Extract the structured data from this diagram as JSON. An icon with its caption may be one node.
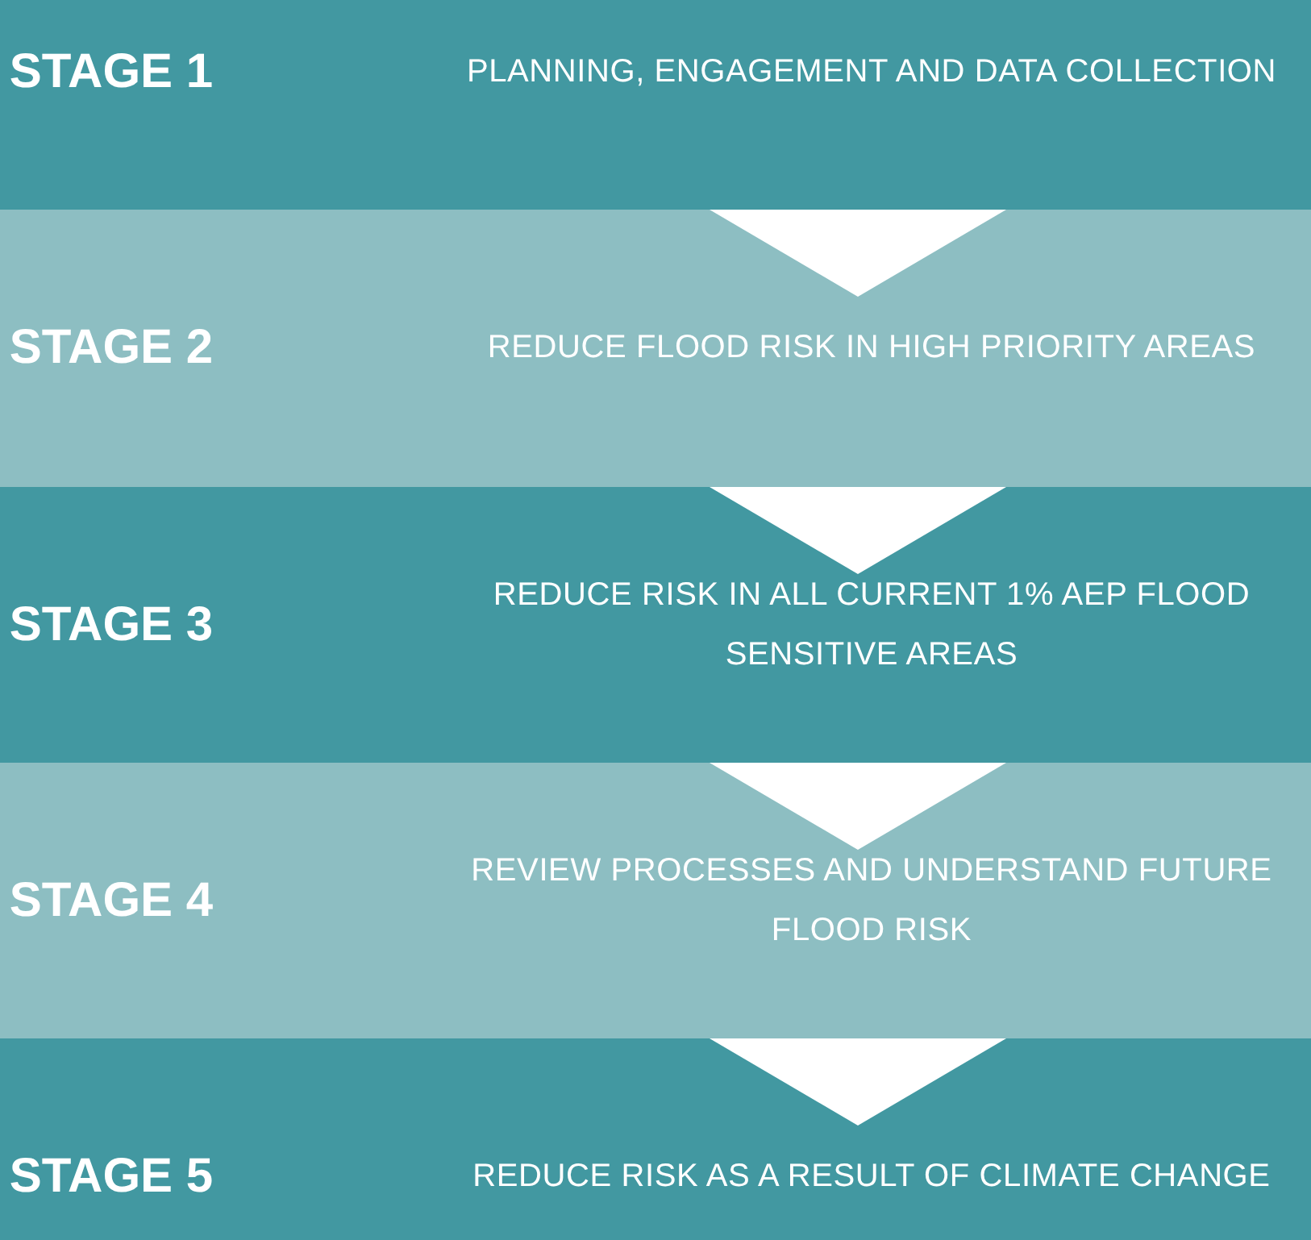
{
  "diagram": {
    "nodes": [
      {
        "text": [
          "STAGE 1",
          "PLANNING, ENGAGEMENT AND DATA COLLECTION"
        ]
      },
      {
        "text": [
          "STAGE 2",
          "REDUCE FLOOD RISK IN HIGH PRIORITY AREAS"
        ]
      },
      {
        "text": [
          "STAGE 3",
          "REDUCE RISK IN ALL CURRENT 1% AEP FLOOD SENSITIVE AREAS"
        ]
      },
      {
        "text": [
          "STAGE 4",
          "REVIEW PROCESSES AND UNDERSTAND FUTURE FLOOD RISK"
        ]
      },
      {
        "text": [
          "STAGE 5",
          "REDUCE RISK AS A RESULT OF CLIMATE CHANGE"
        ]
      }
    ],
    "edges": [
      {
        "from": 0,
        "to": 1,
        "arrow": "to"
      },
      {
        "from": 1,
        "to": 2,
        "arrow": "to"
      },
      {
        "from": 2,
        "to": 3,
        "arrow": "to"
      },
      {
        "from": 3,
        "to": 4,
        "arrow": "to"
      }
    ]
  }
}
